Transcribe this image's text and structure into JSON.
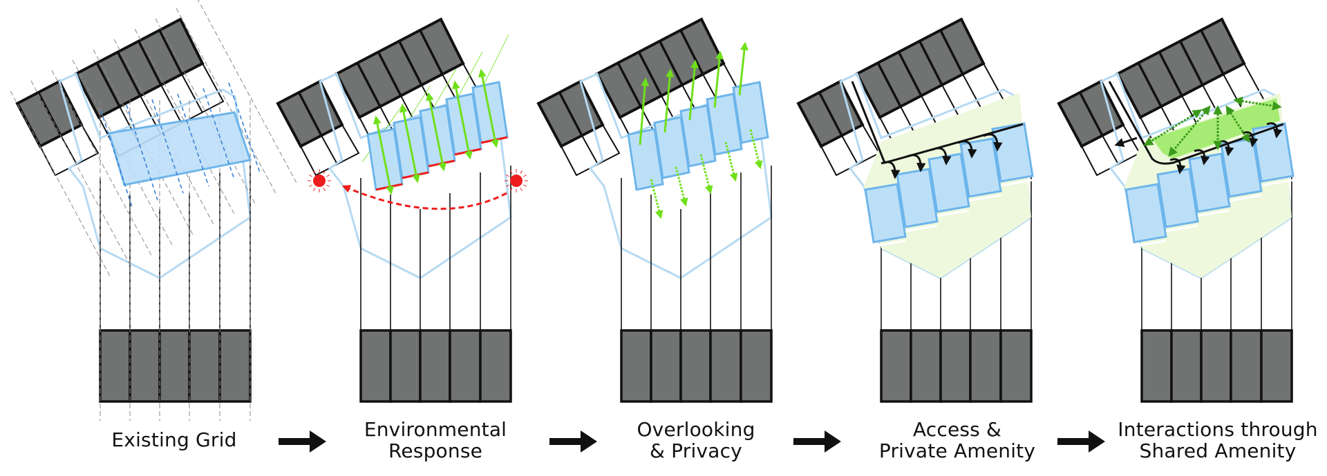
{
  "title": "Massing strategy steps",
  "colors": {
    "building_fill": "#707372",
    "building_stroke": "#111111",
    "outline_blue": "#b5d9f2",
    "block_blue_fill": "#bcdff8",
    "block_blue_stroke": "#6db5ea",
    "grid_dash_blue": "#3b82d6",
    "grid_dash_gray": "#888888",
    "view_green": "#6fe01a",
    "amenity_light_green": "#eef8dc",
    "amenity_green": "#a6ec74",
    "interaction_green": "#3b9a1a",
    "sun_red": "#ee1c1c",
    "text": "#111111"
  },
  "steps": [
    {
      "id": "existing-grid",
      "label_lines": [
        "Existing Grid"
      ],
      "features": [
        "grid-lines"
      ]
    },
    {
      "id": "environmental-response",
      "label_lines": [
        "Environmental",
        "Response"
      ],
      "features": [
        "sun-path",
        "stepped-blocks",
        "two-way-views"
      ]
    },
    {
      "id": "overlooking-privacy",
      "label_lines": [
        "Overlooking",
        "& Privacy"
      ],
      "features": [
        "offset-blocks",
        "directed-views"
      ]
    },
    {
      "id": "access-private-amenity",
      "label_lines": [
        "Access &",
        "Private Amenity"
      ],
      "features": [
        "access-path",
        "private-amenity"
      ]
    },
    {
      "id": "shared-amenity",
      "label_lines": [
        "Interactions through",
        "Shared Amenity"
      ],
      "features": [
        "access-path",
        "shared-amenity",
        "interactions"
      ]
    }
  ],
  "step_arrows": [
    "arrow-1-2",
    "arrow-2-3",
    "arrow-3-4",
    "arrow-4-5"
  ]
}
